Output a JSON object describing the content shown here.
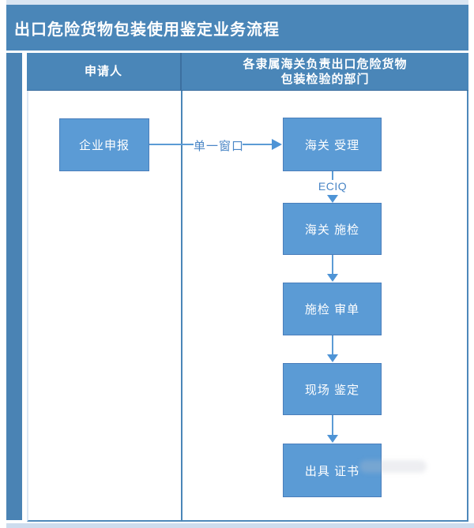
{
  "page": {
    "title": "出口危险货物包装使用鉴定业务流程"
  },
  "lanes": [
    {
      "header": "申请人"
    },
    {
      "header_line1": "各隶属海关负责出口危险货物",
      "header_line2": "包装检验的部门"
    }
  ],
  "flow": {
    "nodes": [
      {
        "id": "enterprise-declaration",
        "lane": "申请人",
        "label": "企业申报"
      },
      {
        "id": "customs-acceptance",
        "lane": "海关部门",
        "label": "海关 受理"
      },
      {
        "id": "customs-inspection",
        "lane": "海关部门",
        "label": "海关 施检"
      },
      {
        "id": "inspection-document-review",
        "lane": "海关部门",
        "label": "施检 审单"
      },
      {
        "id": "onsite-appraisal",
        "lane": "海关部门",
        "label": "现场 鉴定"
      },
      {
        "id": "issue-certificate",
        "lane": "海关部门",
        "label": "出具 证书"
      }
    ],
    "edges": [
      {
        "from": "enterprise-declaration",
        "to": "customs-acceptance",
        "label": "单一窗口"
      },
      {
        "from": "customs-acceptance",
        "to": "customs-inspection",
        "label": "ECIQ"
      },
      {
        "from": "customs-inspection",
        "to": "inspection-document-review",
        "label": ""
      },
      {
        "from": "inspection-document-review",
        "to": "onsite-appraisal",
        "label": ""
      },
      {
        "from": "onsite-appraisal",
        "to": "issue-certificate",
        "label": ""
      }
    ]
  },
  "colors": {
    "header_blue": "#4a86b8",
    "left_band_blue": "#4a83b4",
    "node_blue": "#5b9bd5",
    "node_border_blue": "#4a7ebb",
    "connector_blue": "#4e94d6",
    "edge_label_blue": "#4a86c6",
    "frame_light_blue": "#cddcee"
  }
}
